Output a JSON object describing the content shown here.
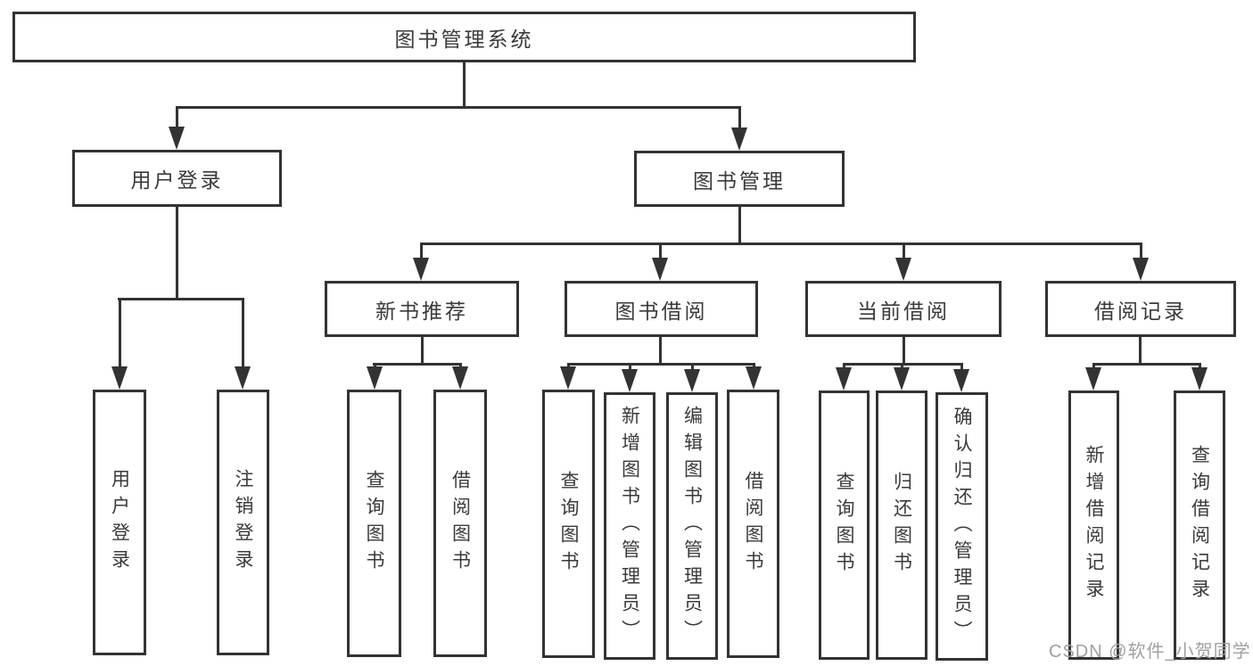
{
  "diagram": {
    "root": {
      "label": "图书管理系统",
      "children": [
        {
          "label": "用户登录",
          "children": [
            {
              "label": "用户登录"
            },
            {
              "label": "注销登录"
            }
          ]
        },
        {
          "label": "图书管理",
          "children": [
            {
              "label": "新书推荐",
              "children": [
                {
                  "label": "查询图书"
                },
                {
                  "label": "借阅图书"
                }
              ]
            },
            {
              "label": "图书借阅",
              "children": [
                {
                  "label": "查询图书"
                },
                {
                  "label": "新增图书（管理员）"
                },
                {
                  "label": "编辑图书（管理员）"
                },
                {
                  "label": "借阅图书"
                }
              ]
            },
            {
              "label": "当前借阅",
              "children": [
                {
                  "label": "查询图书"
                },
                {
                  "label": "归还图书"
                },
                {
                  "label": "确认归还（管理员）"
                }
              ]
            },
            {
              "label": "借阅记录",
              "children": [
                {
                  "label": "新增借阅记录"
                },
                {
                  "label": "查询借阅记录"
                }
              ]
            }
          ]
        }
      ]
    }
  },
  "watermark": {
    "text": "CSDN @软件_小贺同学"
  },
  "colors": {
    "line": "#333333",
    "text": "#3a3a3a",
    "background": "#ffffff",
    "watermark": "#a0a0a0"
  }
}
